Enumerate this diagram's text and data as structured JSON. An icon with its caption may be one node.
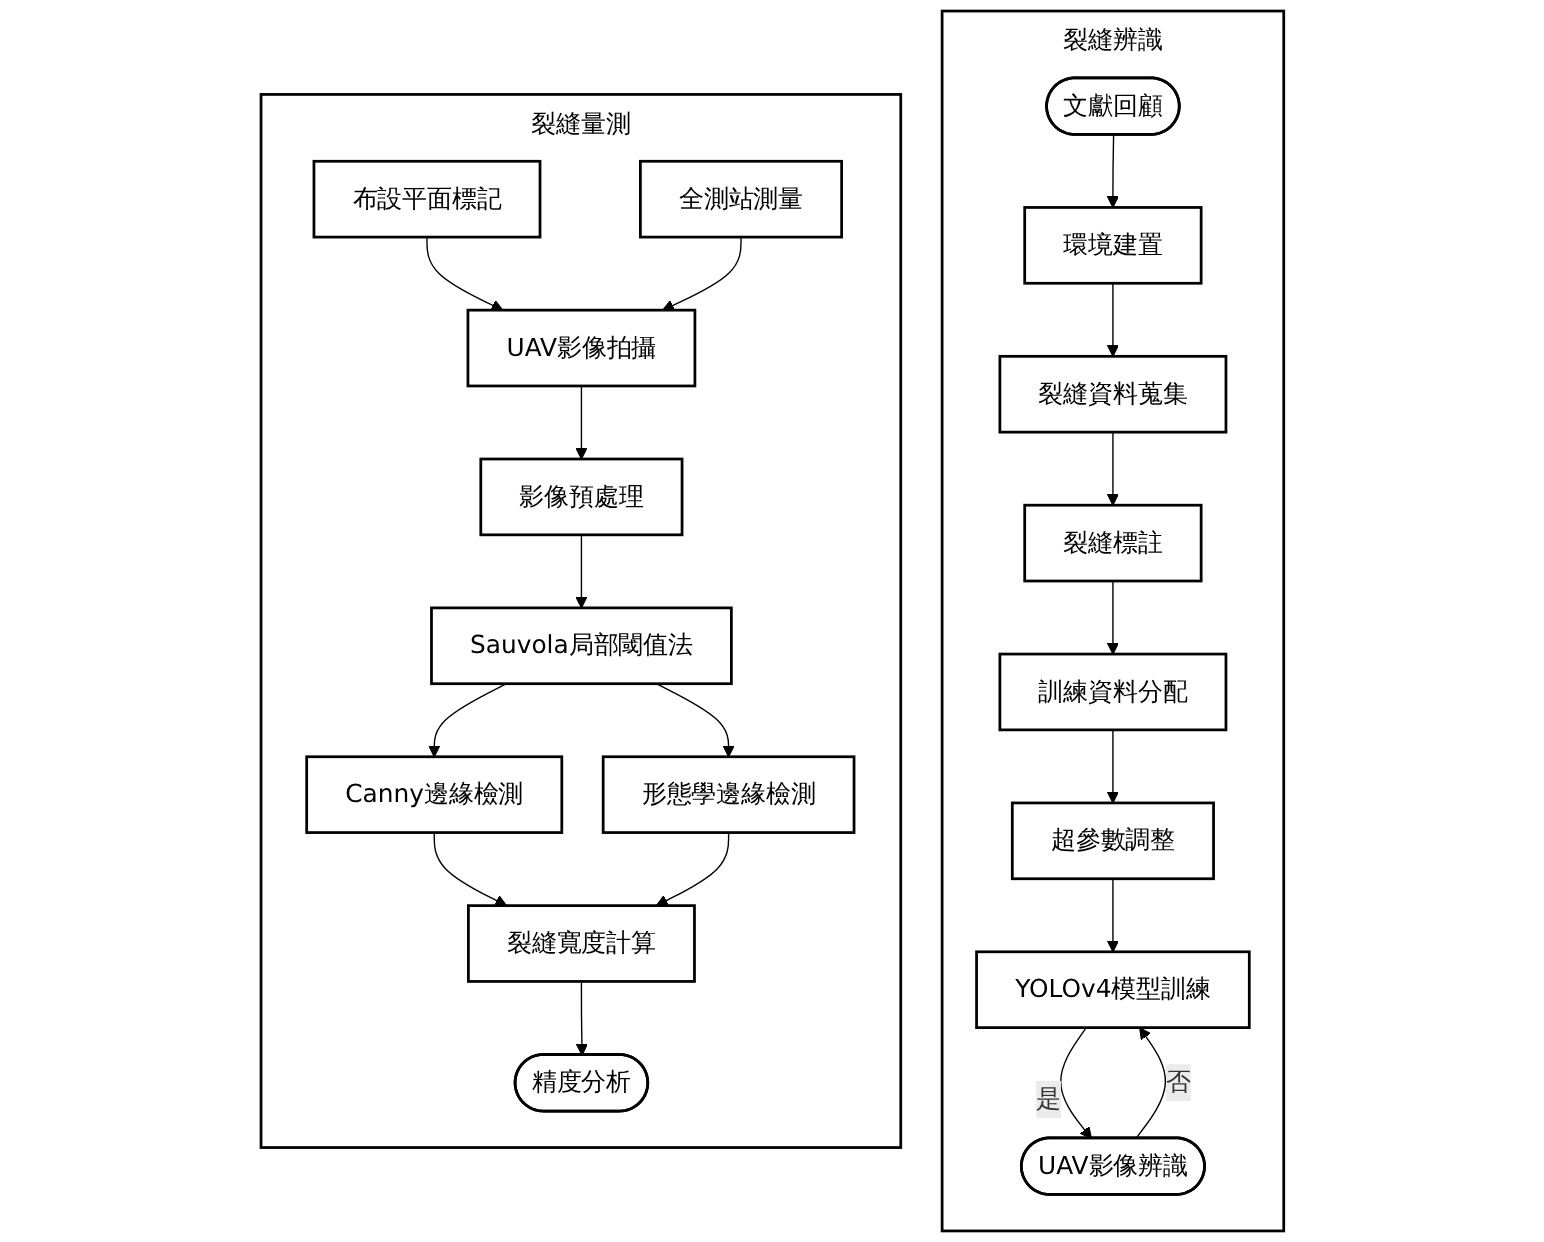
{
  "diagram": {
    "nodes": [
      {
        "text": [
          "裂縫辨識"
        ]
      },
      {
        "text": [
          "文獻回顧"
        ],
        "in": 0
      },
      {
        "text": [
          "環境建置"
        ],
        "in": 0
      },
      {
        "text": [
          "裂縫資料蒐集"
        ],
        "in": 0
      },
      {
        "text": [
          "裂縫標註"
        ],
        "in": 0
      },
      {
        "text": [
          "訓練資料分配"
        ],
        "in": 0
      },
      {
        "text": [
          "超參數調整"
        ],
        "in": 0
      },
      {
        "text": [
          "YOLOv4模型訓練"
        ],
        "in": 0
      },
      {
        "text": [
          "UAV影像辨識"
        ],
        "in": 0
      },
      {
        "text": [
          "裂縫量測"
        ]
      },
      {
        "text": [
          "布設平面標記"
        ],
        "in": 9
      },
      {
        "text": [
          "全測站測量"
        ],
        "in": 9
      },
      {
        "text": [
          "UAV影像拍攝"
        ],
        "in": 9
      },
      {
        "text": [
          "影像預處理"
        ],
        "in": 9
      },
      {
        "text": [
          "Sauvola局部閾值法"
        ],
        "in": 9
      },
      {
        "text": [
          "Canny邊緣檢測"
        ],
        "in": 9
      },
      {
        "text": [
          "形態學邊緣檢測"
        ],
        "in": 9
      },
      {
        "text": [
          "裂縫寬度計算"
        ],
        "in": 9
      },
      {
        "text": [
          "精度分析"
        ],
        "in": 9
      }
    ],
    "edges": [
      {
        "from": 1,
        "to": 2,
        "arrow": "to"
      },
      {
        "from": 2,
        "to": 3,
        "arrow": "to"
      },
      {
        "from": 3,
        "to": 4,
        "arrow": "to"
      },
      {
        "from": 4,
        "to": 5,
        "arrow": "to"
      },
      {
        "from": 5,
        "to": 6,
        "arrow": "to"
      },
      {
        "from": 6,
        "to": 7,
        "arrow": "to"
      },
      {
        "from": 7,
        "to": 8,
        "arrow": "to",
        "label": "是"
      },
      {
        "from": 8,
        "to": 7,
        "arrow": "to",
        "label": "否"
      },
      {
        "from": 10,
        "to": 12,
        "arrow": "to"
      },
      {
        "from": 11,
        "to": 12,
        "arrow": "to"
      },
      {
        "from": 12,
        "to": 13,
        "arrow": "to"
      },
      {
        "from": 13,
        "to": 14,
        "arrow": "to"
      },
      {
        "from": 14,
        "to": 15,
        "arrow": "to"
      },
      {
        "from": 14,
        "to": 16,
        "arrow": "to"
      },
      {
        "from": 15,
        "to": 17,
        "arrow": "to"
      },
      {
        "from": 16,
        "to": 17,
        "arrow": "to"
      },
      {
        "from": 17,
        "to": 18,
        "arrow": "to"
      }
    ]
  }
}
